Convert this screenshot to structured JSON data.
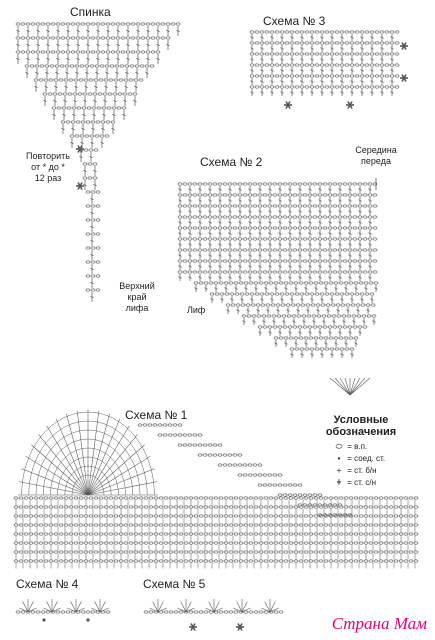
{
  "labels": {
    "back": "Спинка",
    "scheme3": "Схема № 3",
    "scheme2": "Схема № 2",
    "scheme1": "Схема № 1",
    "scheme4": "Схема № 4",
    "scheme5": "Схема № 5",
    "repeat_line1": "Повторить",
    "repeat_line2": "от * до *",
    "repeat_line3": "12 раз",
    "front_mid_line1": "Середина",
    "front_mid_line2": "переда",
    "bra_top_line1": "Верхний",
    "bra_top_line2": "край",
    "bra_top_line3": "лифа",
    "bra": "Лиф"
  },
  "legend": {
    "title_line1": "Условные",
    "title_line2": "обозначения",
    "items": [
      {
        "icon": "chain-oval-icon",
        "symbol": "⬭",
        "text": "= в.п."
      },
      {
        "icon": "dot-icon",
        "symbol": "•",
        "text": "= соед. ст."
      },
      {
        "icon": "plus-icon",
        "symbol": "+",
        "text": "= ст. б/н"
      },
      {
        "icon": "dc-stitch-icon",
        "symbol": "ǂ",
        "text": "= ст. с/н"
      }
    ]
  },
  "watermark": "Страна Мам",
  "colors": {
    "ink": "#555555",
    "accent": "#e6007e"
  }
}
